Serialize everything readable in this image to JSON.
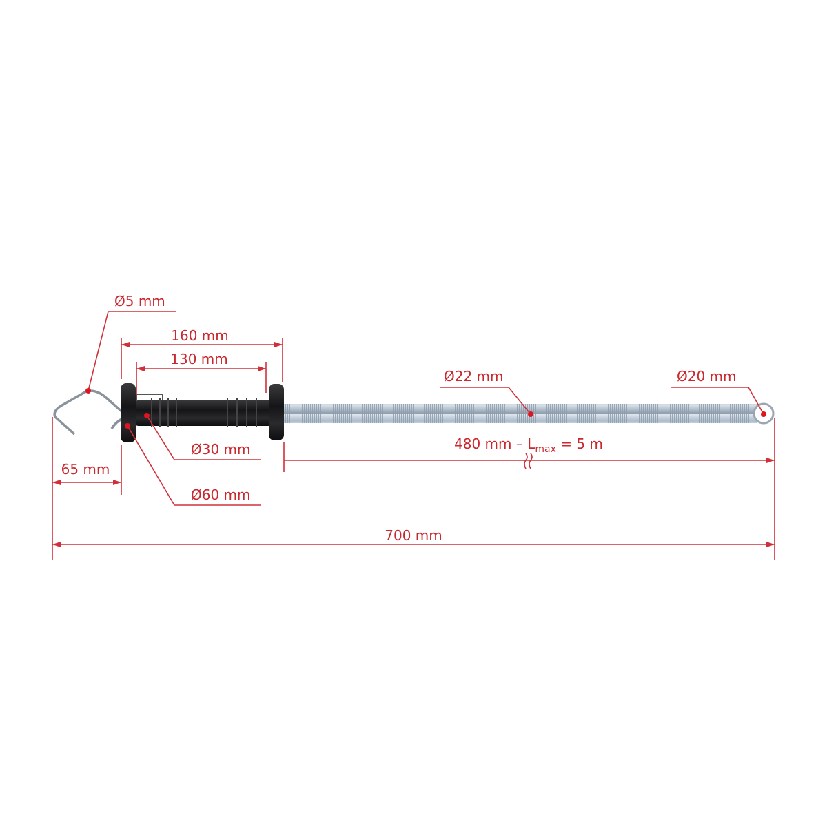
{
  "colors": {
    "dimension": "#c8282e",
    "handle": "#1c1c1e",
    "spring": "#b9c6d2",
    "background": "#ffffff"
  },
  "labels": {
    "hook_wire_diameter": "Ø5 mm",
    "handle_overall_length": "160 mm",
    "grip_length": "130 mm",
    "grip_diameter": "Ø30 mm",
    "flange_diameter": "Ø60 mm",
    "hook_offset": "65 mm",
    "spring_diameter": "Ø22 mm",
    "eye_diameter": "Ø20 mm",
    "spring_length": {
      "main": "480 mm – L",
      "sub": "max",
      "rest": " = 5 m"
    },
    "total_length": "700 mm"
  }
}
